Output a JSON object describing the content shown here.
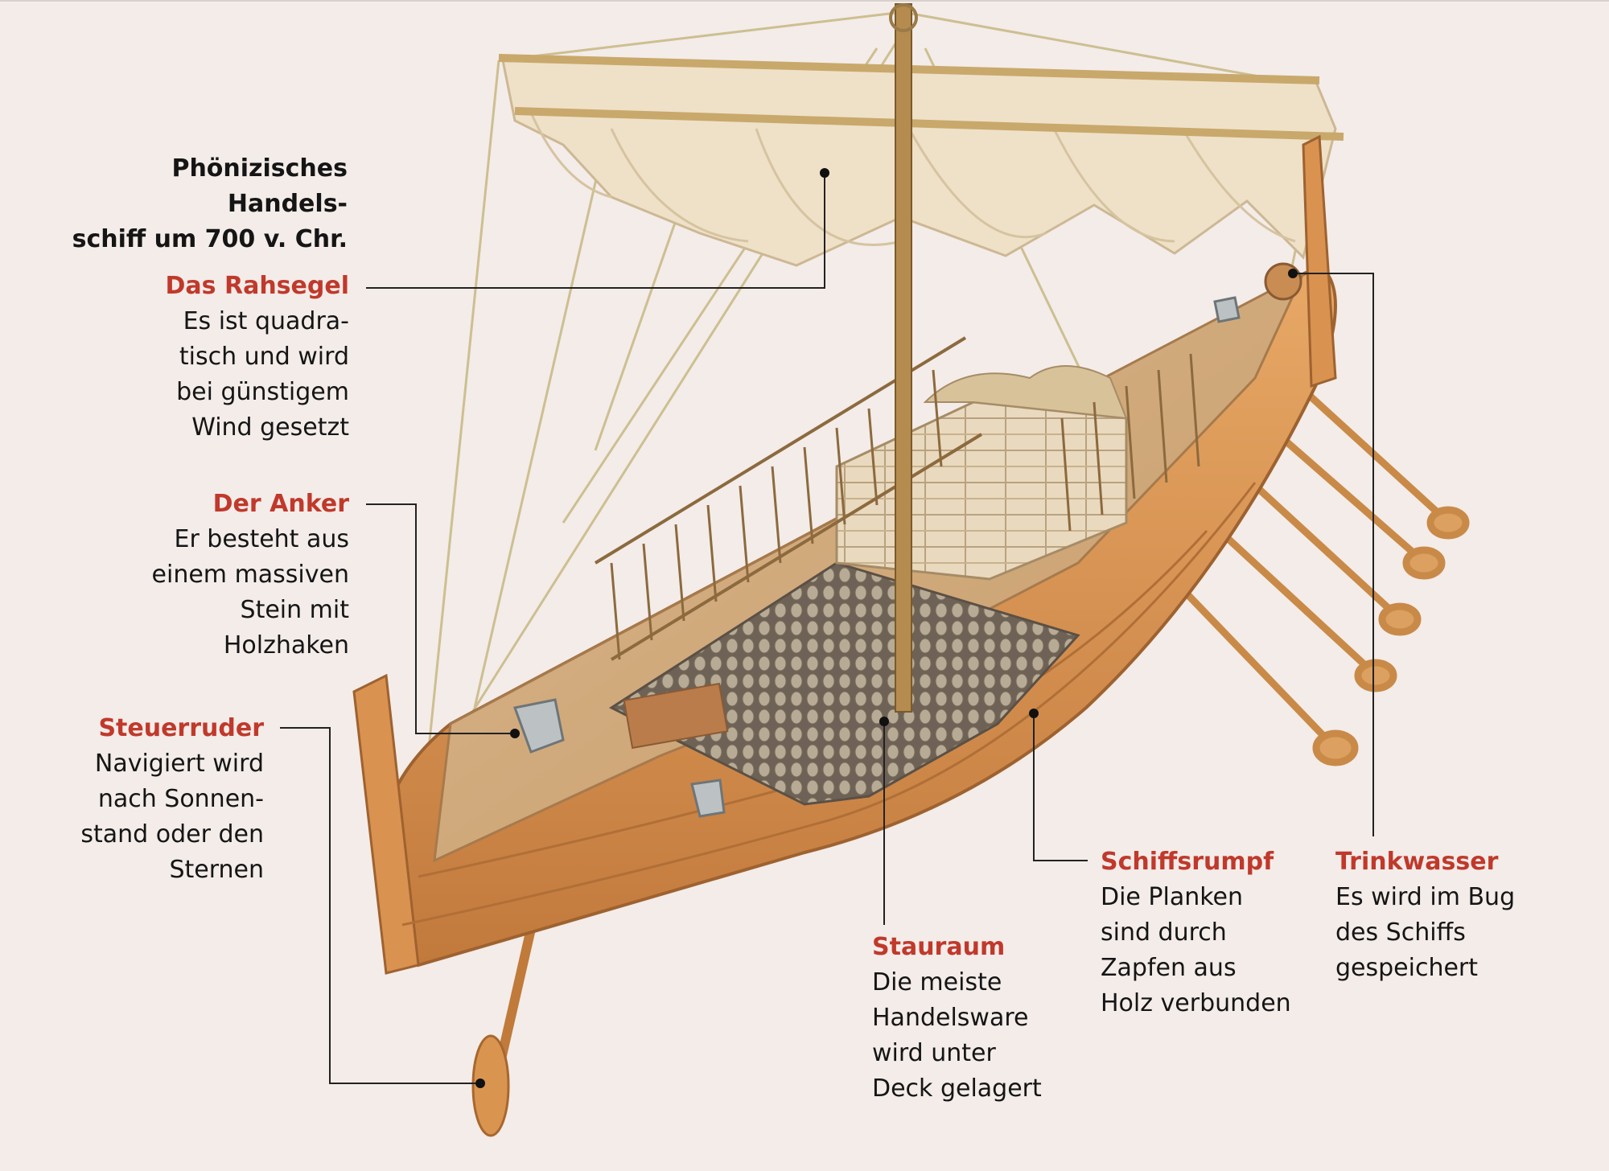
{
  "title": "Phönizisches Handels-\nschiff um 700 v. Chr.",
  "callouts": {
    "rahsegel": {
      "head": "Das Rahsegel",
      "body": "Es ist quadra-\ntisch und wird\nbei günstigem\nWind gesetzt"
    },
    "anker": {
      "head": "Der Anker",
      "body": "Er besteht aus\neinem massiven\nStein mit\nHolzhaken"
    },
    "steuerruder": {
      "head": "Steuerruder",
      "body": "Navigiert wird\nnach  Sonnen-\nstand oder den\nSternen"
    },
    "stauraum": {
      "head": "Stauraum",
      "body": "Die meiste\nHandelsware\nwird unter\nDeck gelagert"
    },
    "schiffsrumpf": {
      "head": "Schiffsrumpf",
      "body": "Die Planken\nsind durch\nZapfen aus\nHolz verbunden"
    },
    "trinkwasser": {
      "head": "Trinkwasser",
      "body": "Es wird im Bug\ndes Schiffs\ngespeichert"
    }
  },
  "colors": {
    "accent": "#c0392b",
    "text": "#151515",
    "background": "#f3ece9",
    "hull": "#d9924f",
    "sail": "#efe1c8"
  }
}
